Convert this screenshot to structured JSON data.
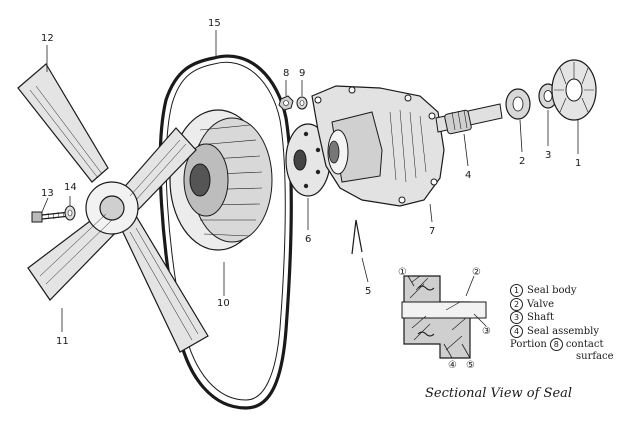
{
  "callouts": [
    "1",
    "2",
    "3",
    "4",
    "5",
    "6",
    "7",
    "8",
    "9",
    "10",
    "11",
    "12",
    "13",
    "14",
    "15"
  ],
  "inset_callouts": [
    "①",
    "②",
    "③",
    "④",
    "⑤"
  ],
  "legend": [
    {
      "mark": "1",
      "text": "Seal body"
    },
    {
      "mark": "2",
      "text": "Valve"
    },
    {
      "mark": "3",
      "text": "Shaft"
    },
    {
      "mark": "4",
      "text": "Seal assembly"
    }
  ],
  "portion": {
    "label": "Portion",
    "mark": "8",
    "text": "contact"
  },
  "surface_text": "surface",
  "caption": "Sectional View of Seal"
}
